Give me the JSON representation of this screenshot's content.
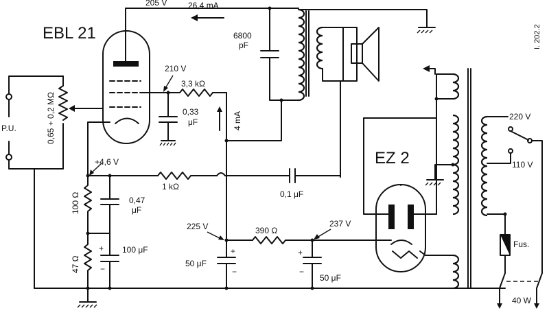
{
  "tubes": {
    "output_tube": "EBL 21",
    "rectifier_tube": "EZ 2"
  },
  "input": {
    "pickup": "P.U.",
    "volume_pot": "0,65 + 0,2 MΩ"
  },
  "voltages": {
    "anode": "205 V",
    "screen": "210 V",
    "cathode": "+4,6 V",
    "filter_in": "237 V",
    "filter_out": "225 V"
  },
  "currents": {
    "anode": "26,4 mA",
    "screen": "4 mA"
  },
  "components": {
    "c_tone": "6800",
    "c_tone_unit": "pF",
    "r_screen": "3,3 kΩ",
    "c_screen_value": "0,33",
    "c_screen_unit": "μF",
    "r_feedback": "1 kΩ",
    "c_coupling": "0,1 μF",
    "r_bias_1": "100 Ω",
    "c_bias_small_value": "0,47",
    "c_bias_small_unit": "μF",
    "r_bias_2": "47 Ω",
    "c_bias_large": "100 μF",
    "r_filter": "390 Ω",
    "c_filter_1": "50 μF",
    "c_filter_2": "50 μF",
    "plus": "+",
    "minus": "−"
  },
  "mains": {
    "tap_high": "220 V",
    "tap_low": "110 V",
    "fuse": "Fus.",
    "power": "40 W"
  },
  "reference": "I. 202.2"
}
